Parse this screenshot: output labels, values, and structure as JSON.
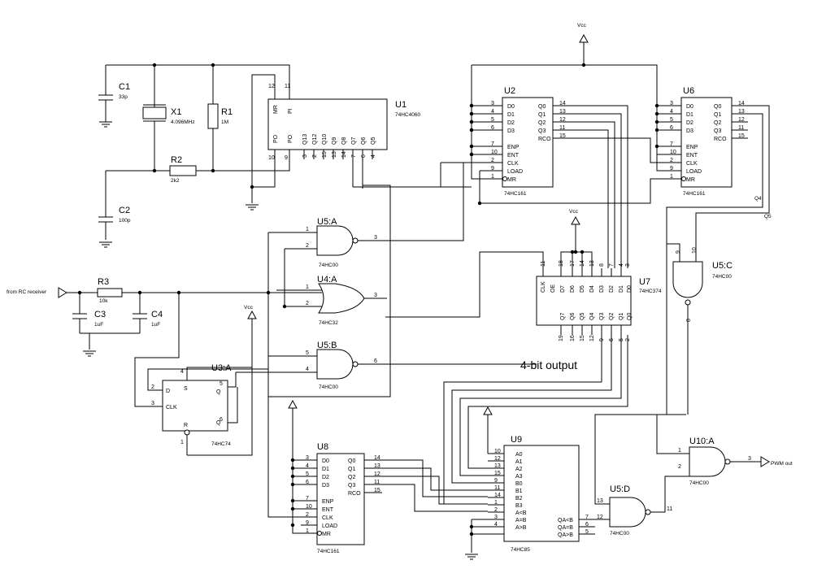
{
  "power": {
    "vcc": "Vcc"
  },
  "passives": {
    "c1": {
      "ref": "C1",
      "value": "33p"
    },
    "c2": {
      "ref": "C2",
      "value": "100p"
    },
    "c3": {
      "ref": "C3",
      "value": "1uF"
    },
    "c4": {
      "ref": "C4",
      "value": "1uF"
    },
    "x1": {
      "ref": "X1",
      "value": "4.096MHz"
    },
    "r1": {
      "ref": "R1",
      "value": "1M"
    },
    "r2": {
      "ref": "R2",
      "value": "2k2"
    },
    "r3": {
      "ref": "R3",
      "value": "10k"
    }
  },
  "ics": {
    "u1": {
      "ref": "U1",
      "type": "74HC4060"
    },
    "u2": {
      "ref": "U2",
      "type": "74HC161"
    },
    "u6": {
      "ref": "U6",
      "type": "74HC161"
    },
    "u7": {
      "ref": "U7",
      "type": "74HC374"
    },
    "u8": {
      "ref": "U8",
      "type": "74HC161"
    },
    "u9": {
      "ref": "U9",
      "type": "74HC85"
    },
    "u3a": {
      "ref": "U3:A",
      "type": "74HC74"
    },
    "u4a": {
      "ref": "U4:A",
      "type": "74HC32"
    },
    "u5a": {
      "ref": "U5:A",
      "type": "74HC00"
    },
    "u5b": {
      "ref": "U5:B",
      "type": "74HC00"
    },
    "u5c": {
      "ref": "U5:C",
      "type": "74HC00"
    },
    "u5d": {
      "ref": "U5:D",
      "type": "74HC00"
    },
    "u10a": {
      "ref": "U10:A",
      "type": "74HC00"
    }
  },
  "labels": {
    "input": "from RC receiver",
    "output": "PWM out",
    "four_bit": "4-bit output",
    "q4": "Q4",
    "q5": "Q5"
  }
}
